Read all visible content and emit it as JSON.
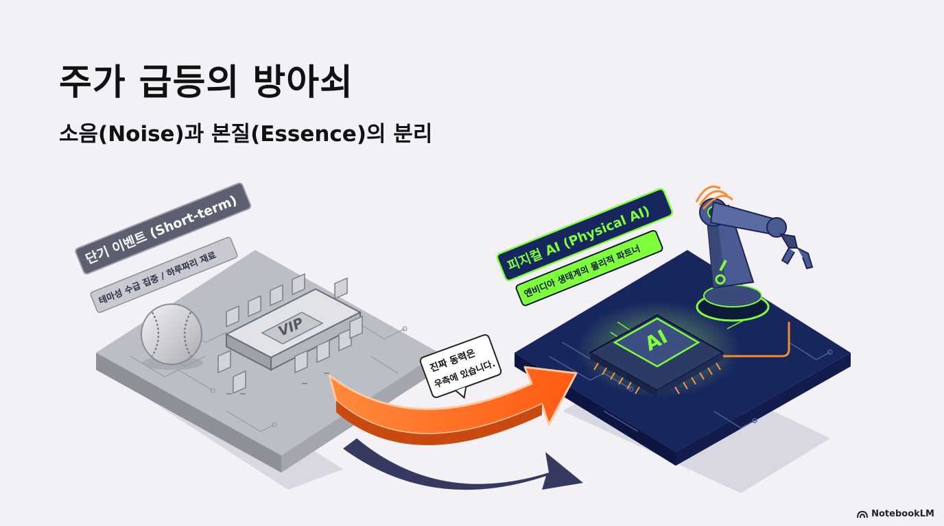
{
  "title": "주가 급등의 방아쇠",
  "subtitle": "소음(Noise)과 본질(Essence)의 분리",
  "left_panel": {
    "label_main": "단기 이벤트 (Short-term)",
    "label_sub": "테마성 수급 집중 / 하루짜리 재료",
    "table_text": "VIP"
  },
  "right_panel": {
    "label_main": "피지컬 AI (Physical AI)",
    "label_sub": "엔비디아 생태계의 물리적 파트너",
    "chip_text": "AI"
  },
  "bubble": {
    "line1": "진짜 동력은",
    "line2": "우측에 있습니다."
  },
  "brand": "NotebookLM",
  "colors": {
    "background": "#f3f0f6",
    "left_platform": "#b7b9c1",
    "right_platform": "#18265e",
    "accent_green": "#7fff3a",
    "arrow_orange": "#ff6a1f"
  }
}
